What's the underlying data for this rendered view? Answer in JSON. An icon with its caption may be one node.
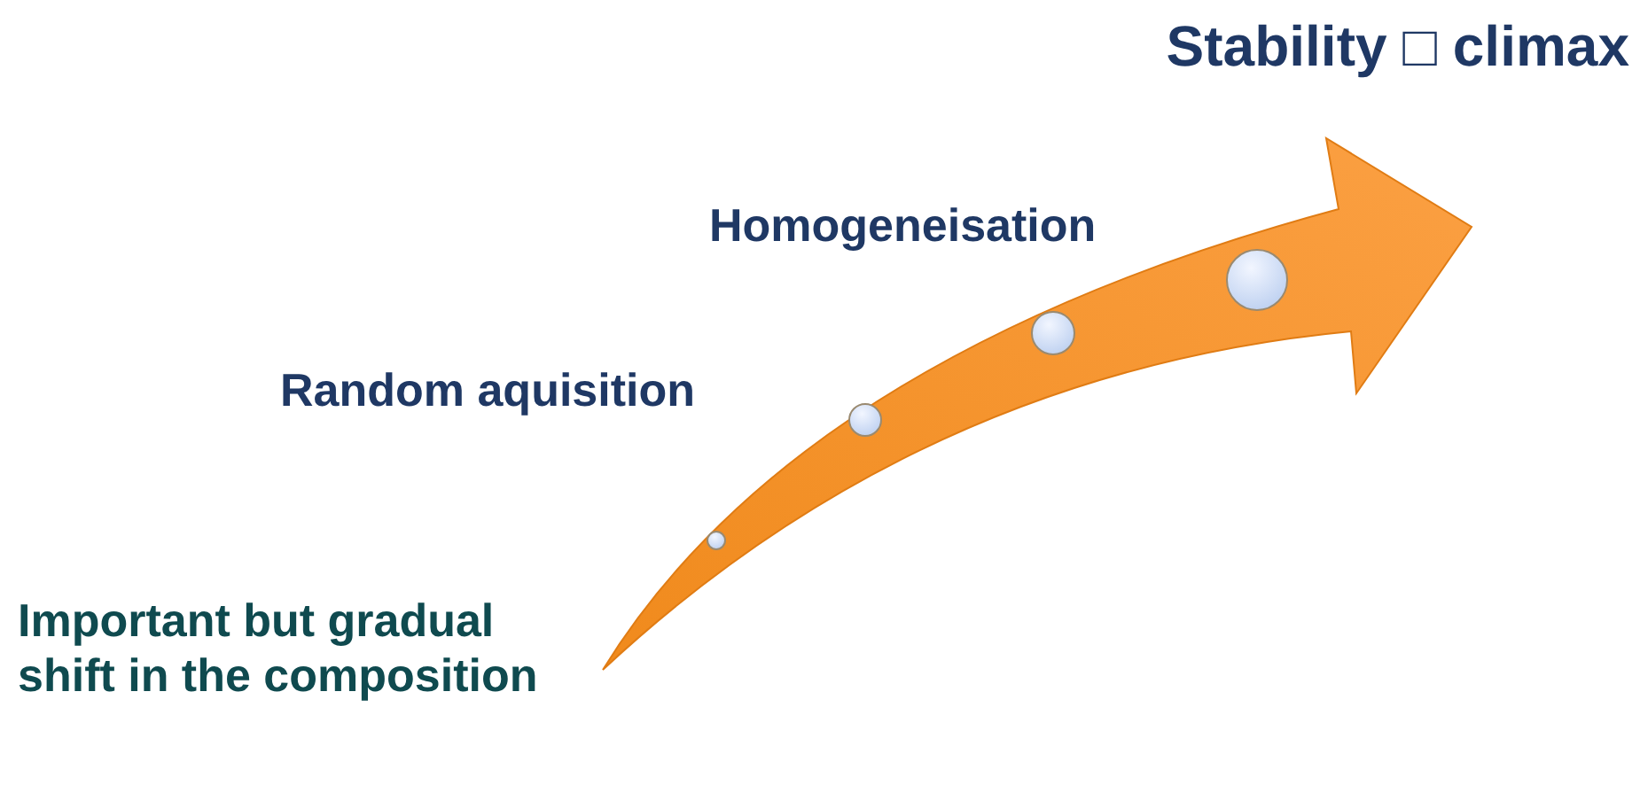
{
  "diagram": {
    "title": "Stability □ climax",
    "labels": [
      "Homogeneisation",
      "Random aquisition",
      "Important but gradual  shift in the composition"
    ]
  }
}
